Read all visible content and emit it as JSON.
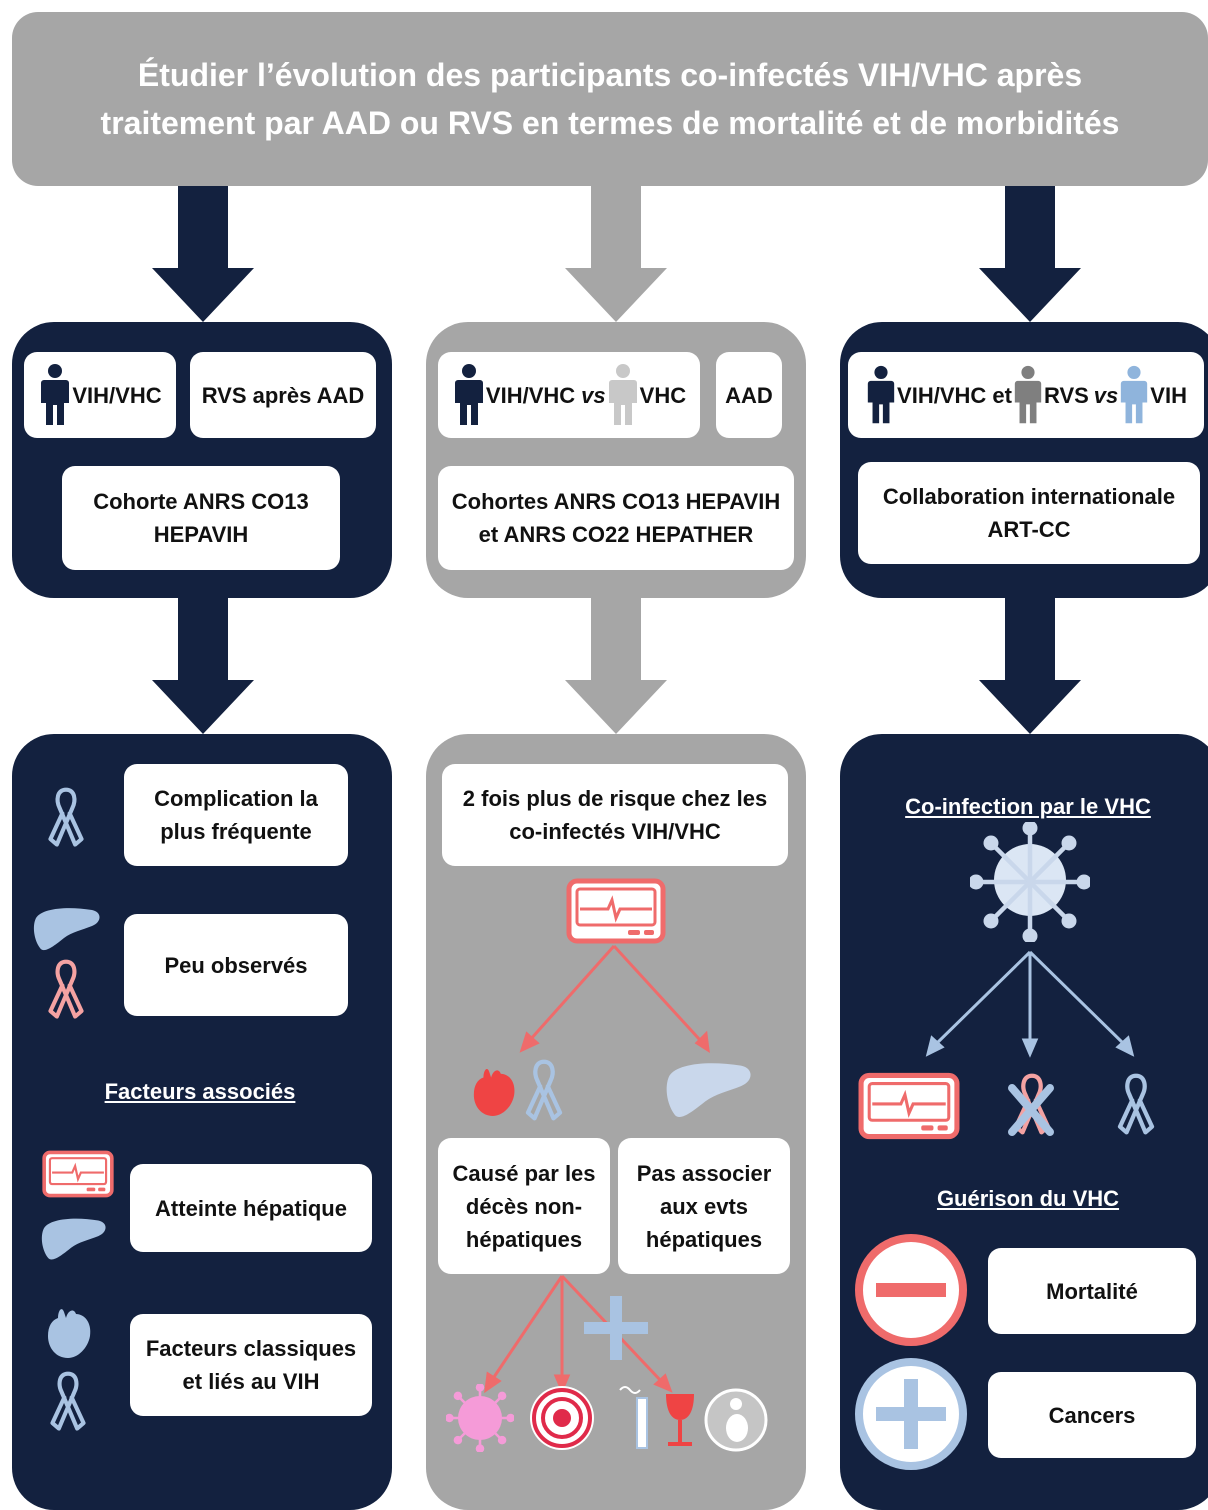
{
  "title": {
    "line1": "Étudier l’évolution des participants co-infectés VIH/VHC après",
    "line2": "traitement par AAD ou RVS en termes de mortalité et de morbidités"
  },
  "col1": {
    "pop": "VIH/VHC",
    "treat": "RVS après AAD",
    "cohort_line1": "Cohorte ANRS CO13",
    "cohort_line2": "HEPAVIH",
    "r1_line1": "Complication la",
    "r1_line2": "plus fréquente",
    "r2": "Peu observés",
    "factors_title": "Facteurs associés",
    "f1": "Atteinte hépatique",
    "f2_line1": "Facteurs classiques",
    "f2_line2": "et liés au VIH"
  },
  "col2": {
    "pop_a": "VIH/VHC",
    "vs": "vs",
    "pop_b": "VHC",
    "treat": "AAD",
    "cohort_line1": "Cohortes ANRS CO13 HEPAVIH",
    "cohort_line2": "et ANRS CO22 HEPATHER",
    "risk_line1": "2 fois plus de risque chez les",
    "risk_line2": "co-infectés VIH/VHC",
    "left_line1": "Causé par les",
    "left_line2": "décès non-",
    "left_line3": "hépatiques",
    "right_line1": "Pas associer",
    "right_line2": "aux evts",
    "right_line3": "hépatiques"
  },
  "col3": {
    "pop_a": "VIH/VHC et",
    "pop_b": "RVS",
    "vs": "vs",
    "pop_c": "VIH",
    "collab_line1": "Collaboration internationale",
    "collab_line2": "ART-CC",
    "coinf_title": "Co-infection par le VHC",
    "cure_title": "Guérison du VHC",
    "mortality": "Mortalité",
    "cancers": "Cancers"
  },
  "colors": {
    "navy": "#13213f",
    "grey": "#a6a6a6",
    "red": "#ef6b6b",
    "pink": "#f4a2a2",
    "lightblue": "#a9c3e2",
    "white": "#ffffff"
  }
}
